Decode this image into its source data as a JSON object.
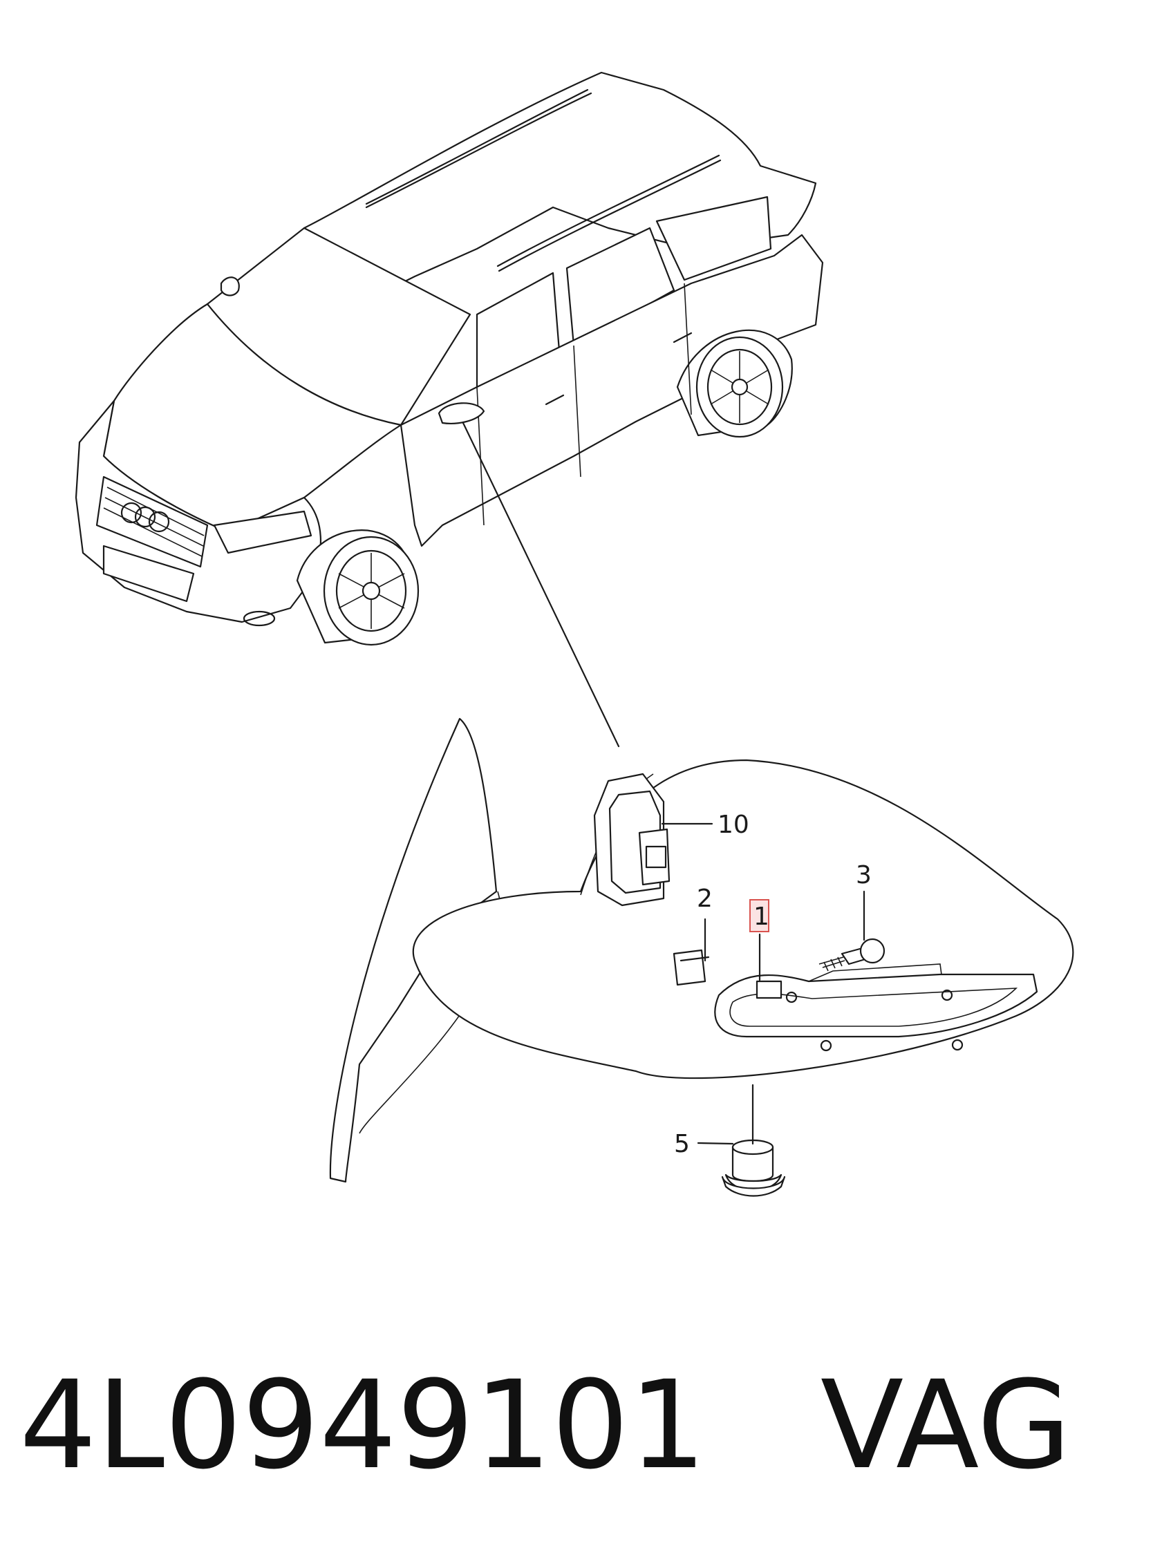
{
  "callouts": {
    "p1": "1",
    "p2": "2",
    "p3": "3",
    "p5": "5",
    "p10": "10"
  },
  "highlighted_part": "1",
  "footer": {
    "part_number": "4L0949101",
    "brand": "VAG"
  },
  "colors": {
    "line": "#1a1a1a",
    "highlight_fill": "#fbe3e3",
    "highlight_stroke": "#d9534f"
  }
}
